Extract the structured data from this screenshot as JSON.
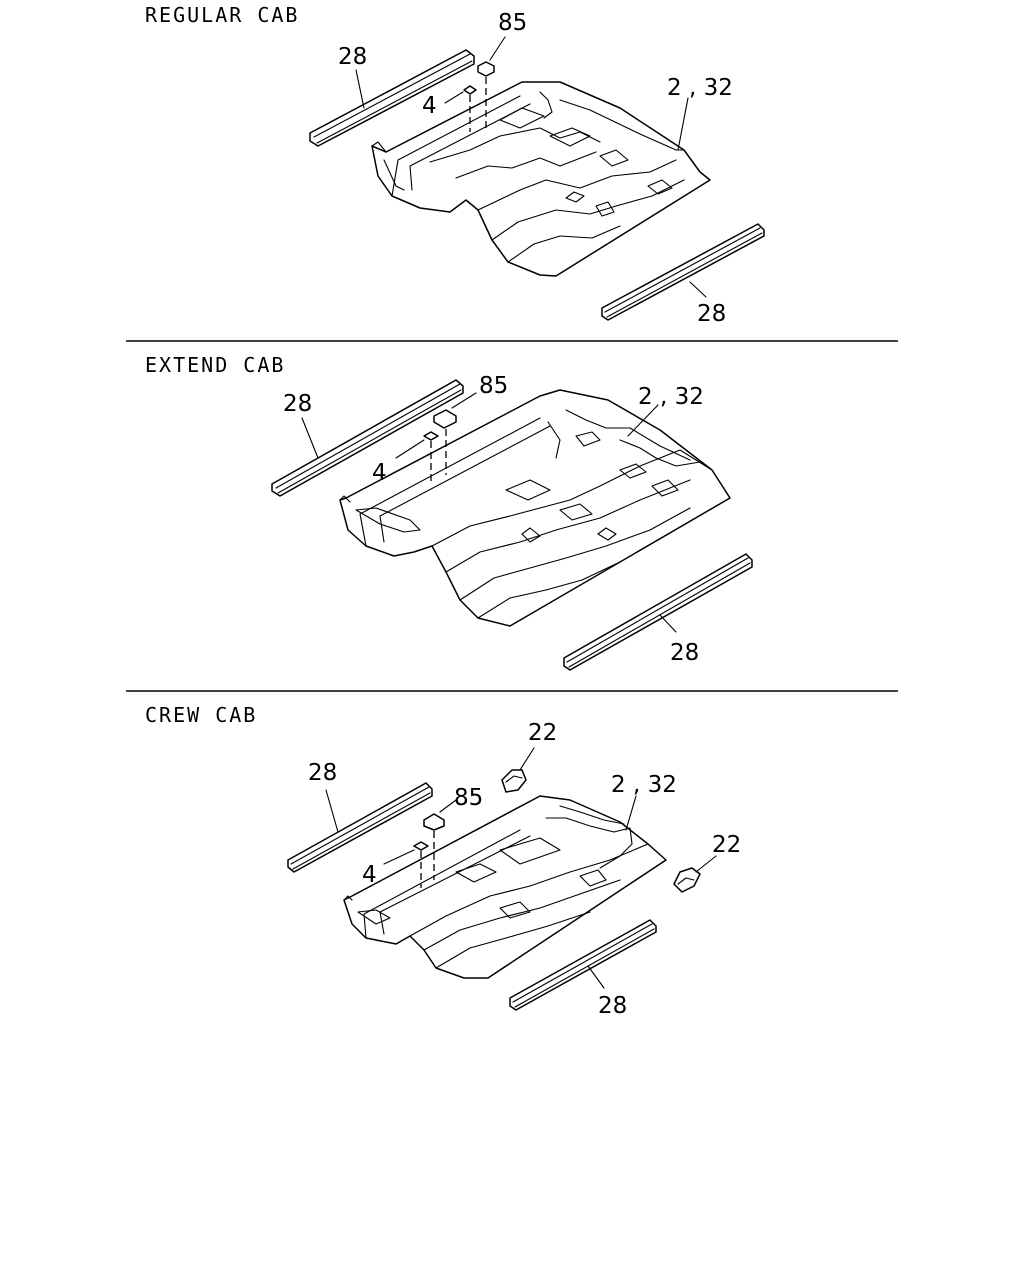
{
  "sections": [
    {
      "title": "REGULAR CAB",
      "labels": {
        "sill_top": "28",
        "sill_bottom": "28",
        "plate": "85",
        "clip": "4",
        "floor": "2 , 32"
      }
    },
    {
      "title": "EXTEND CAB",
      "labels": {
        "sill_top": "28",
        "sill_bottom": "28",
        "plate": "85",
        "clip": "4",
        "floor": "2 , 32"
      }
    },
    {
      "title": "CREW CAB",
      "labels": {
        "sill_top": "28",
        "sill_bottom": "28",
        "plate": "85",
        "clip": "4",
        "floor": "2 , 32",
        "bracket_top": "22",
        "bracket_right": "22"
      }
    }
  ]
}
